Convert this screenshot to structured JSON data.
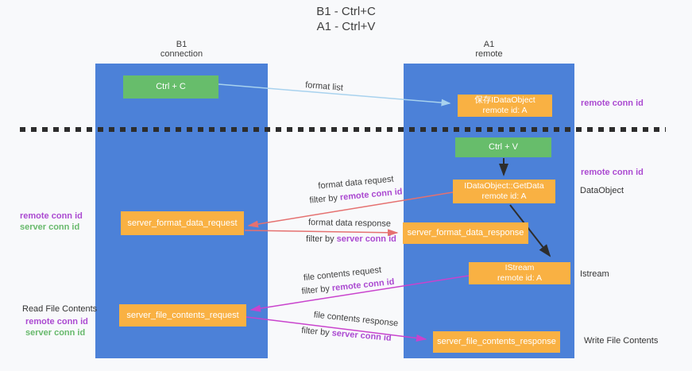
{
  "title": {
    "line1": "B1 - Ctrl+C",
    "line2": "A1 - Ctrl+V"
  },
  "columns": {
    "left": {
      "title": "B1",
      "subtitle": "connection"
    },
    "right": {
      "title": "A1",
      "subtitle": "remote"
    }
  },
  "nodes": {
    "ctrl_c": {
      "label": "Ctrl + C"
    },
    "save_dataobject": {
      "line1": "保存IDataObject",
      "line2": "remote id: A"
    },
    "ctrl_v": {
      "label": "Ctrl + V"
    },
    "getdata": {
      "line1": "IDataObject::GetData",
      "line2": "remote id: A"
    },
    "format_request": {
      "label": "server_format_data_request"
    },
    "format_response": {
      "label": "server_format_data_response"
    },
    "istream": {
      "line1": "IStream",
      "line2": "remote id: A"
    },
    "file_request": {
      "label": "server_file_contents_request"
    },
    "file_response": {
      "label": "server_file_contents_response"
    }
  },
  "flows": {
    "format_list": {
      "label": "format list"
    },
    "format_data_request": {
      "label": "format data request",
      "filter_prefix": "filter by ",
      "filter_key": "remote conn id"
    },
    "format_data_response": {
      "label": "format data response",
      "filter_prefix": "filter by ",
      "filter_key": "server conn id"
    },
    "file_contents_request": {
      "label": "file contents request",
      "filter_prefix": "filter by ",
      "filter_key": "remote conn id"
    },
    "file_contents_response": {
      "label": "file contents response",
      "filter_prefix": "filter by ",
      "filter_key": "server conn id"
    }
  },
  "side_labels": {
    "right_remote_conn_id_1": "remote conn id",
    "right_remote_conn_id_2": "remote conn id",
    "dataobject": "DataObject",
    "istream": "Istream",
    "write_file_contents": "Write File Contents",
    "left_remote_conn_id_1": "remote conn id",
    "left_server_conn_id_1": "server conn id",
    "read_file_contents": "Read File Contents",
    "left_remote_conn_id_2": "remote conn id",
    "left_server_conn_id_2": "server conn id"
  },
  "colors": {
    "bg": "#f8f9fb",
    "column_blue": "#4c81d8",
    "box_green": "#67bd6b",
    "box_orange": "#f9b143",
    "arrow_light_blue": "#a8d2ee",
    "arrow_salmon": "#e57170",
    "arrow_magenta": "#c943cd",
    "arrow_black": "#2d2d2d",
    "text_purple": "#ab4ad1",
    "text_green": "#68b96c"
  }
}
